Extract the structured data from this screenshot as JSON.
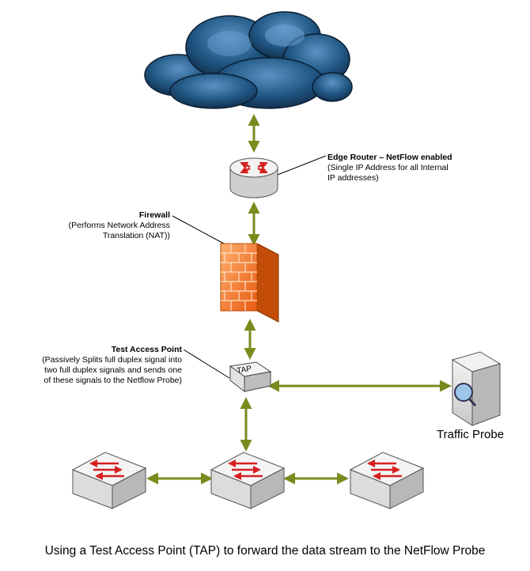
{
  "router": {
    "title": "Edge Router – NetFlow enabled",
    "line1": "(Single IP Address for all Internal",
    "line2": "IP addresses)"
  },
  "firewall": {
    "title": "Firewall",
    "line1": "(Performs Network Address",
    "line2": "Translation (NAT))"
  },
  "tap": {
    "title": "Test Access Point",
    "line1": "(Passively Splits full duplex signal into",
    "line2": "two full duplex signals and sends one",
    "line3": "of these signals to the Netflow Probe)",
    "device_label": "TAP"
  },
  "probe": {
    "label": "Traffic Probe"
  },
  "caption": "Using a Test Access Point (TAP) to forward the data stream to the NetFlow Probe",
  "colors": {
    "link": "#7b8a1d",
    "cloud": "#1d4a73",
    "firewall": "#f07a2a",
    "arrow_red": "#d62020"
  }
}
